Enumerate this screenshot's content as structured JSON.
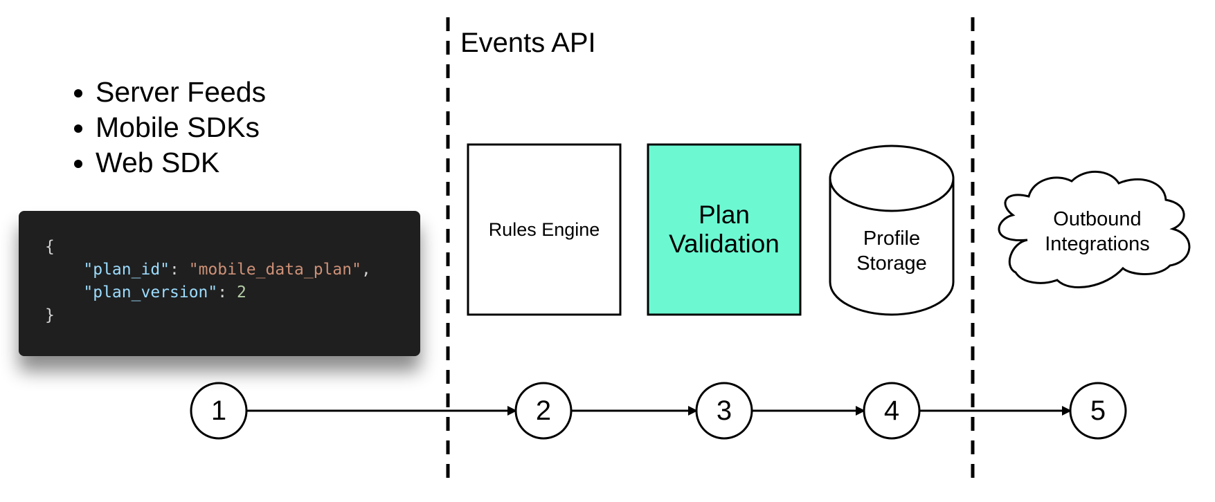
{
  "sources": [
    "Server Feeds",
    "Mobile SDKs",
    "Web SDK"
  ],
  "section_title": "Events API",
  "code": {
    "open": "{",
    "line1_key": "\"plan_id\"",
    "line1_sep": ": ",
    "line1_val": "\"mobile_data_plan\"",
    "line1_end": ",",
    "line2_key": "\"plan_version\"",
    "line2_sep": ": ",
    "line2_val": "2",
    "close": "}"
  },
  "components": {
    "rules_engine": "Rules Engine",
    "plan_validation": "Plan\nValidation",
    "profile_storage": "Profile\nStorage",
    "outbound_integrations": "Outbound\nIntegrations"
  },
  "steps": [
    "1",
    "2",
    "3",
    "4",
    "5"
  ],
  "colors": {
    "plan_validation_fill": "#6cf9d2",
    "code_background": "#1f1f1f",
    "code_key": "#9cdcfe",
    "code_string": "#ce9178",
    "code_number": "#b5cea8"
  }
}
